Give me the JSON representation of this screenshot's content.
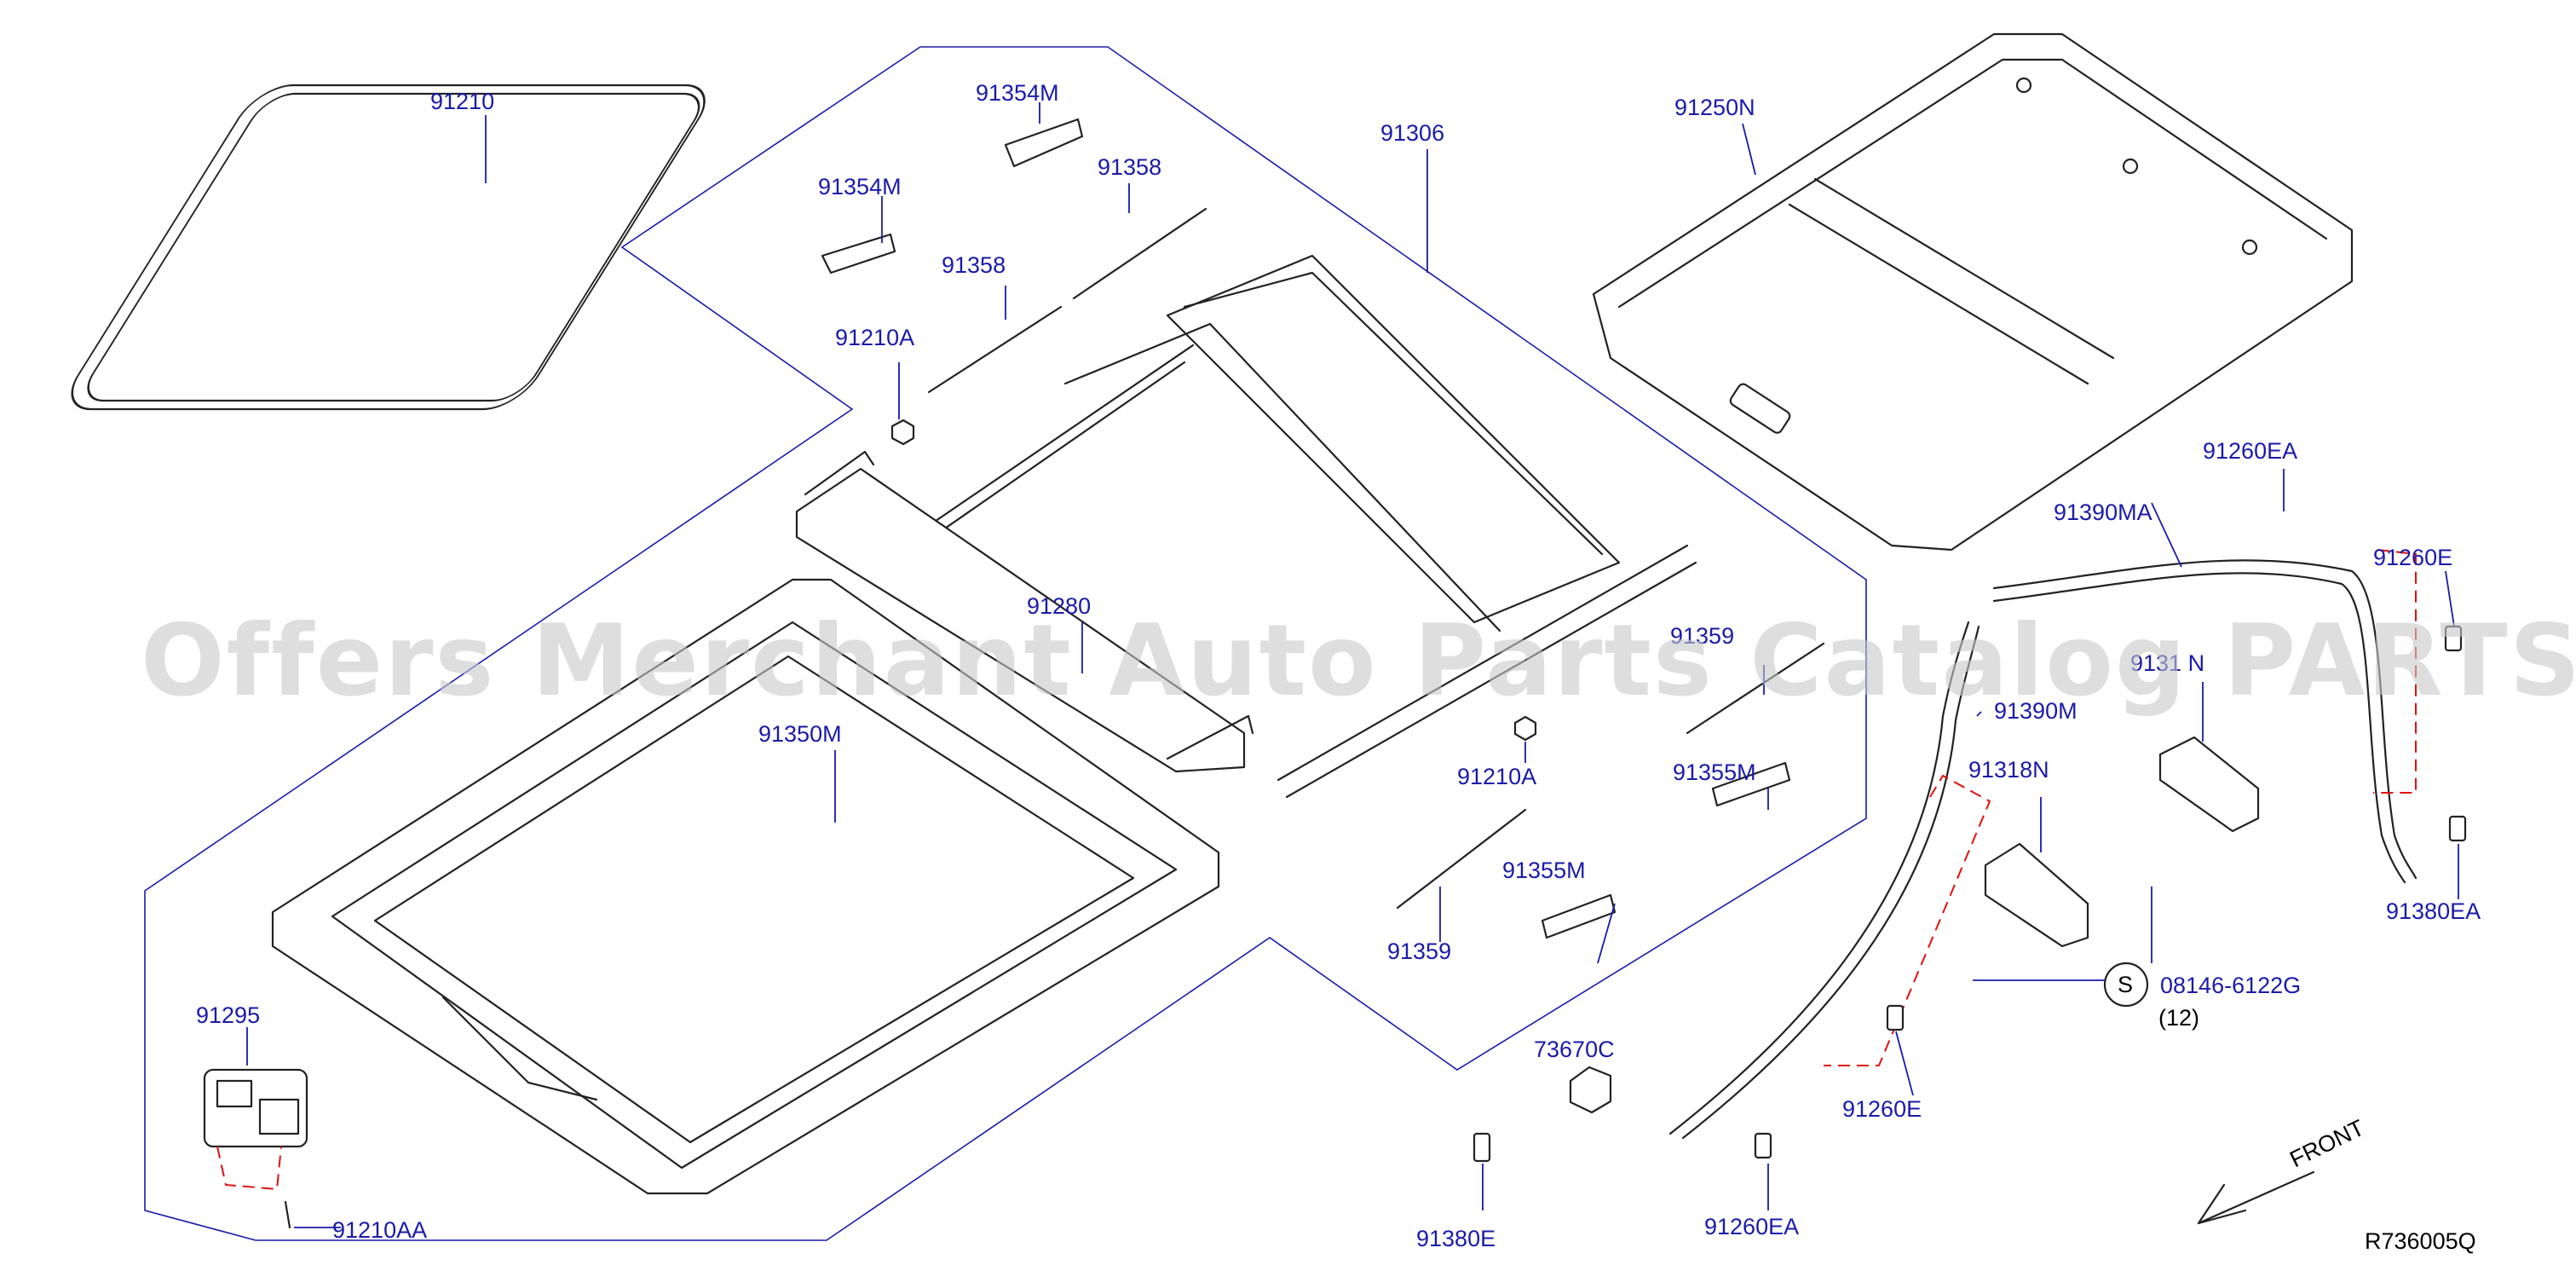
{
  "diagram": {
    "drawing_number": "R736005Q",
    "watermark": "Offers Merchant Auto Parts Catalog PARTSTORE.SA",
    "front_label": "FRONT",
    "callouts": [
      {
        "id": "91210",
        "text": "91210"
      },
      {
        "id": "91354M-a",
        "text": "91354M"
      },
      {
        "id": "91354M-b",
        "text": "91354M"
      },
      {
        "id": "91358-a",
        "text": "91358"
      },
      {
        "id": "91358-b",
        "text": "91358"
      },
      {
        "id": "91210A-a",
        "text": "91210A"
      },
      {
        "id": "91306",
        "text": "91306"
      },
      {
        "id": "91250N",
        "text": "91250N"
      },
      {
        "id": "91280",
        "text": "91280"
      },
      {
        "id": "91350M",
        "text": "91350M"
      },
      {
        "id": "91359-a",
        "text": "91359"
      },
      {
        "id": "91210A-b",
        "text": "91210A"
      },
      {
        "id": "91355M-a",
        "text": "91355M"
      },
      {
        "id": "91355M-b",
        "text": "91355M"
      },
      {
        "id": "91359-b",
        "text": "91359"
      },
      {
        "id": "91295",
        "text": "91295"
      },
      {
        "id": "91210AA",
        "text": "91210AA"
      },
      {
        "id": "73670C",
        "text": "73670C"
      },
      {
        "id": "91380E",
        "text": "91380E"
      },
      {
        "id": "91260EA-a",
        "text": "91260EA"
      },
      {
        "id": "91260E-a",
        "text": "91260E"
      },
      {
        "id": "91390M",
        "text": "91390M"
      },
      {
        "id": "91318N-a",
        "text": "91318N"
      },
      {
        "id": "91318N-b",
        "text": "9131 N"
      },
      {
        "id": "91390MA",
        "text": "91390MA"
      },
      {
        "id": "91260EA-b",
        "text": "91260EA"
      },
      {
        "id": "91260E-b",
        "text": "91260E"
      },
      {
        "id": "91380EA",
        "text": "91380EA"
      },
      {
        "id": "08146",
        "text": "08146-6122G"
      },
      {
        "id": "qty",
        "text": "(12)"
      }
    ],
    "screw_symbol": "S"
  }
}
